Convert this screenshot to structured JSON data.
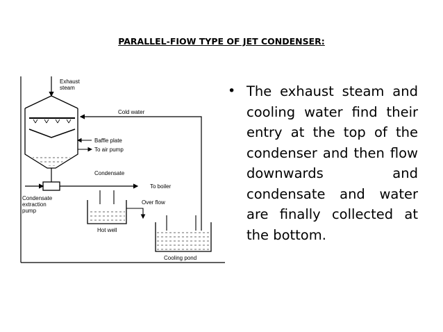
{
  "title": "PARALLEL-FIOW TYPE OF JET CONDENSER:",
  "bullet": "The exhaust steam and cooling water find their entry at the top of the condenser and then flow downwards and condensate and water are finally collected at the bottom.",
  "diagram": {
    "labels": {
      "exhaust_steam_1": "Exhaust",
      "exhaust_steam_2": "steam",
      "cold_water": "Cold water",
      "baffle_plate": "Baffle plate",
      "to_air_pump": "To air pump",
      "condensate": "Condensate",
      "to_boiler": "To boiler",
      "over_flow": "Over flow",
      "extraction_1": "Condensate",
      "extraction_2": "extraction",
      "extraction_3": "pump",
      "hot_well": "Hot well",
      "cooling_pond": "Cooling pond"
    }
  }
}
